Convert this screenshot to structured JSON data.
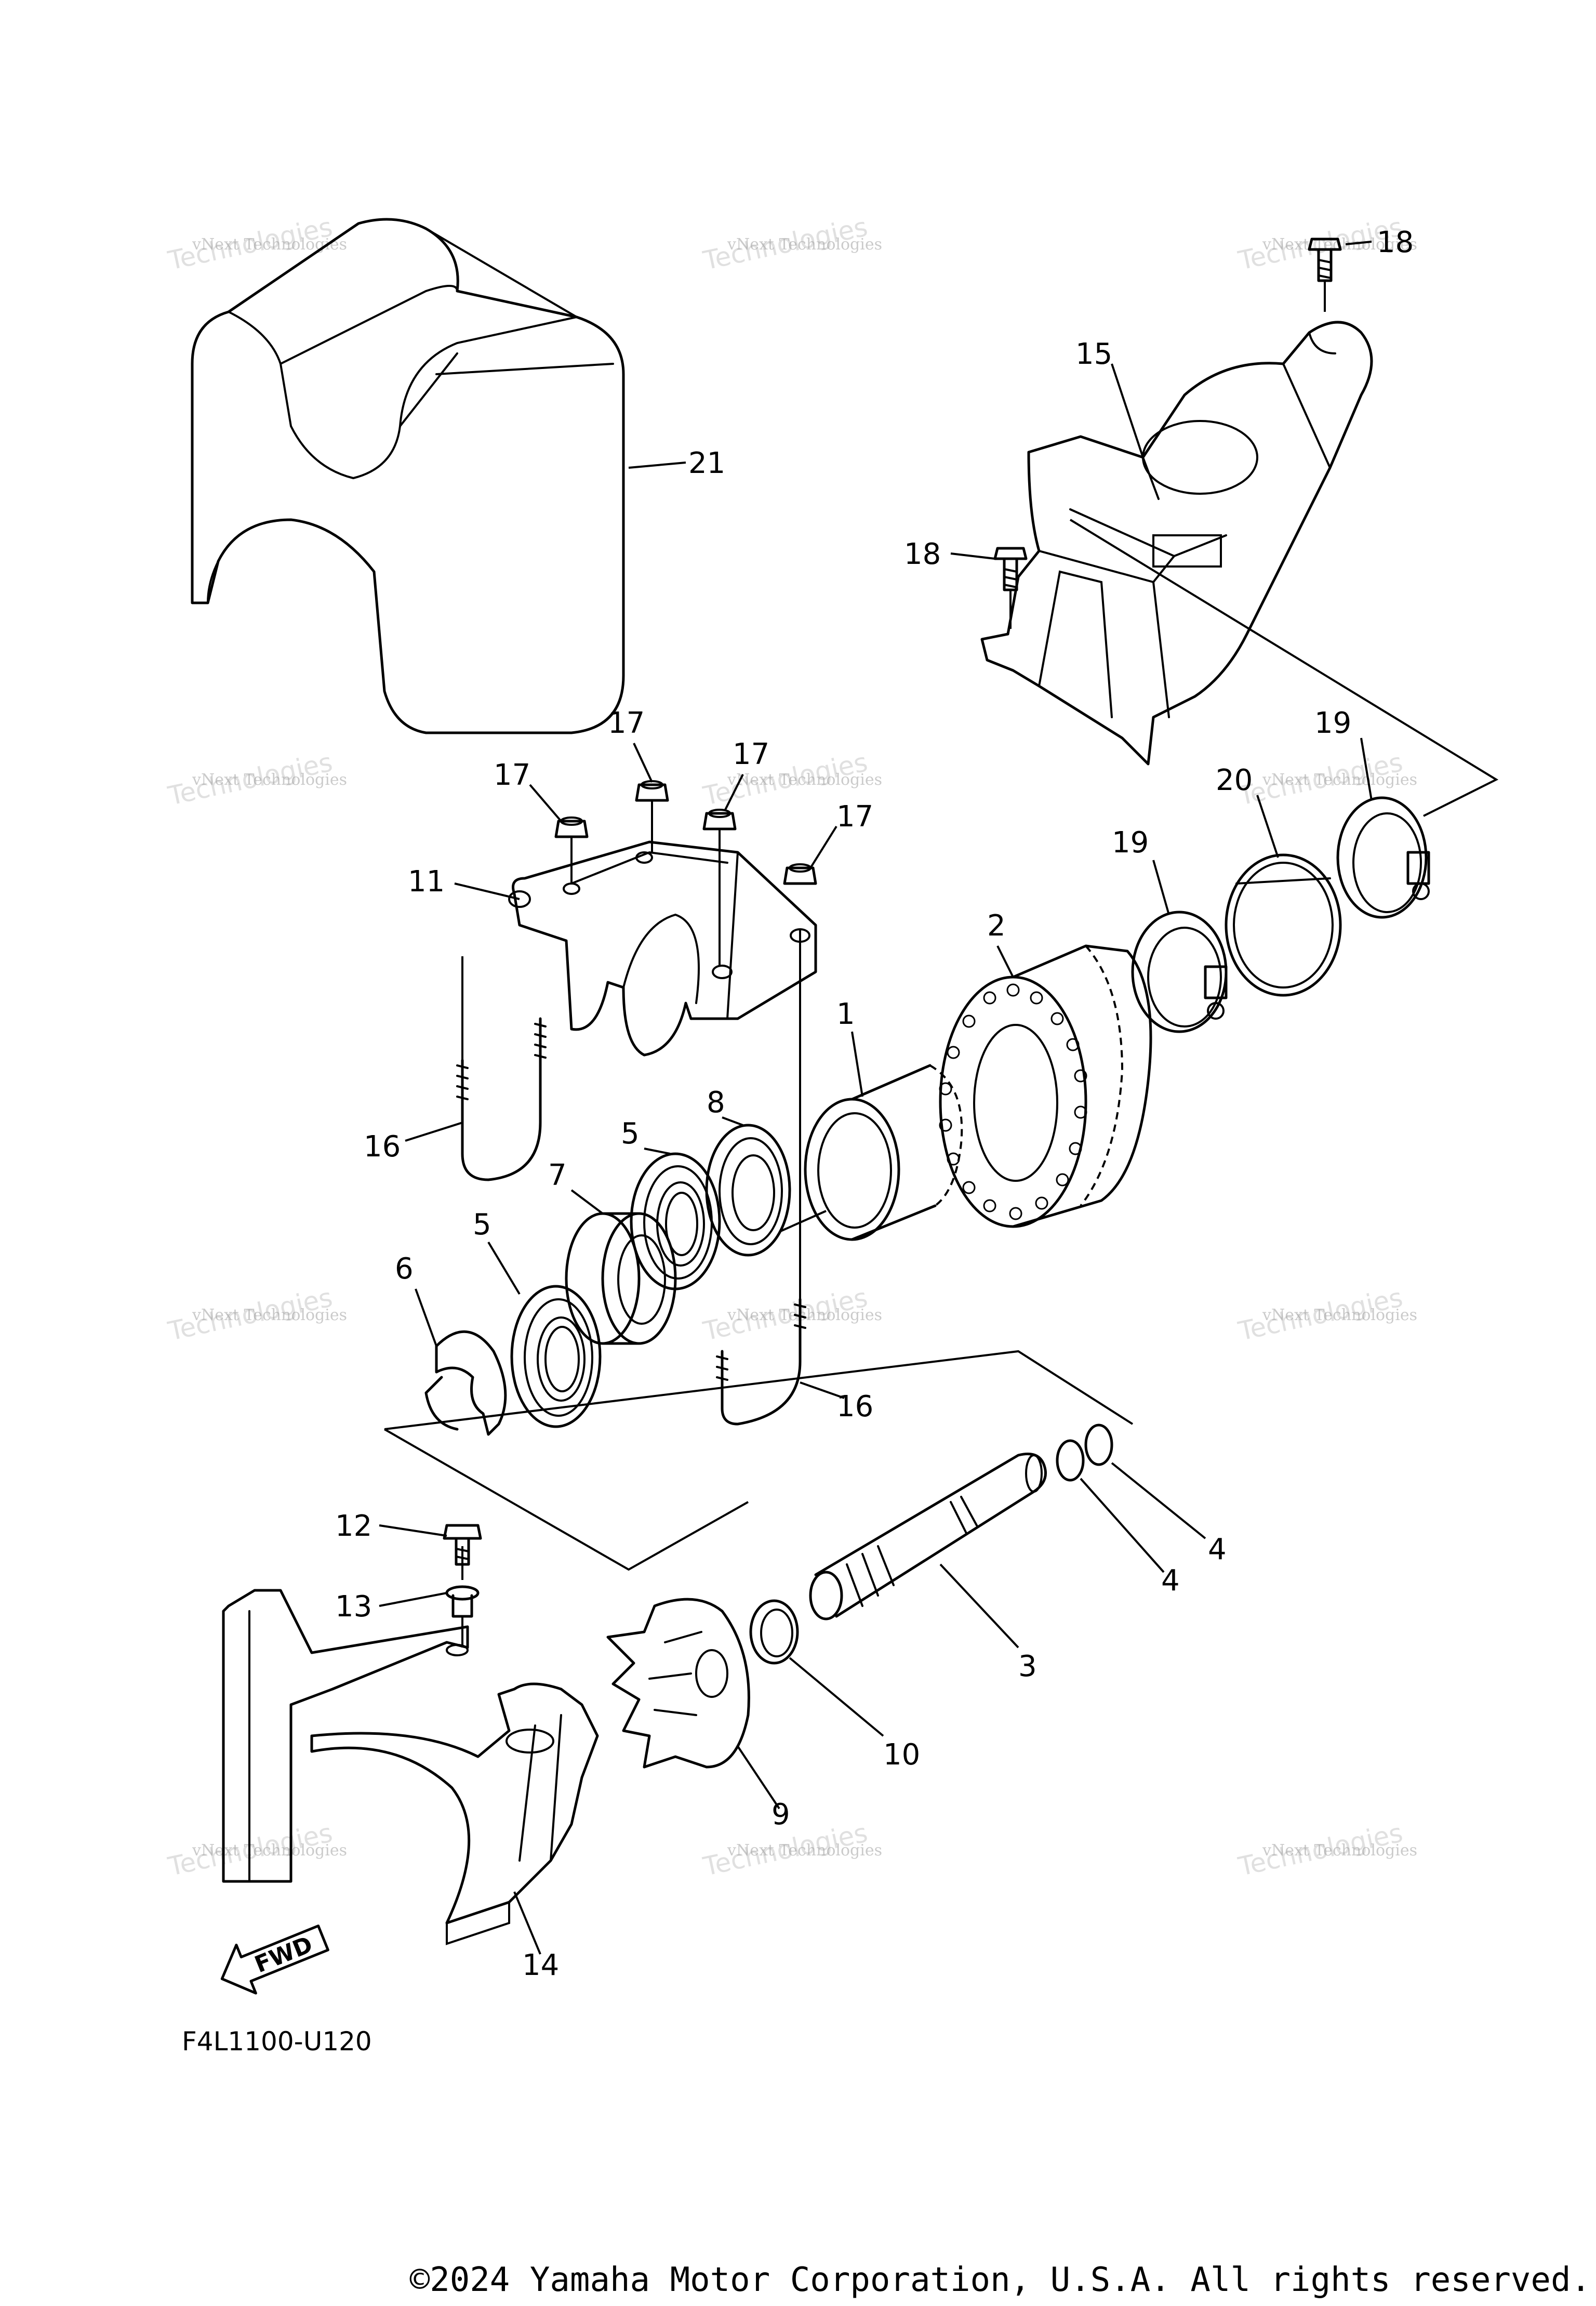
{
  "diagram": {
    "figure_code": "F4L1100-U120",
    "direction_label": "FWD",
    "callouts": [
      "1",
      "2",
      "3",
      "4",
      "4",
      "5",
      "5",
      "6",
      "7",
      "8",
      "9",
      "10",
      "11",
      "12",
      "13",
      "14",
      "15",
      "16",
      "16",
      "17",
      "17",
      "17",
      "17",
      "18",
      "18",
      "19",
      "19",
      "20",
      "21"
    ],
    "watermark": {
      "line1": "vNext Technologies",
      "line2": "Technologies",
      "overlay": "vNext"
    }
  },
  "footer": {
    "copyright": "©2024 Yamaha Motor Corporation, U.S.A. All rights reserved."
  }
}
